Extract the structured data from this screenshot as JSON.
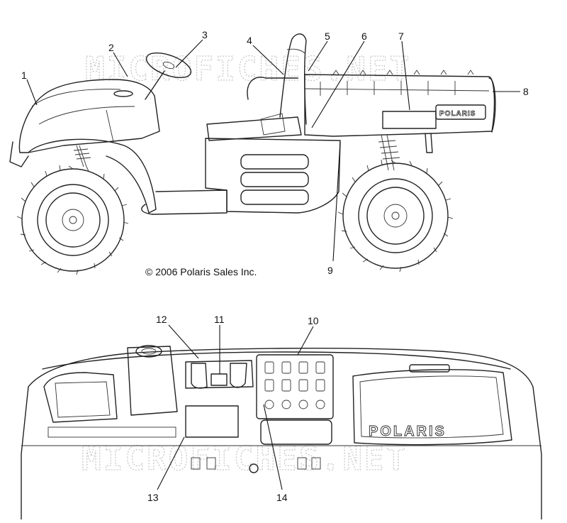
{
  "watermark": "MICROFICHES.NET",
  "copyright": "© 2006 Polaris Sales Inc.",
  "bed_decal_text": "POLARIS",
  "dash_decal_text": "POLARIS",
  "callouts": {
    "c1": "1",
    "c2": "2",
    "c3": "3",
    "c4": "4",
    "c5": "5",
    "c6": "6",
    "c7": "7",
    "c8": "8",
    "c9": "9",
    "c10": "10",
    "c11": "11",
    "c12": "12",
    "c13": "13",
    "c14": "14"
  }
}
